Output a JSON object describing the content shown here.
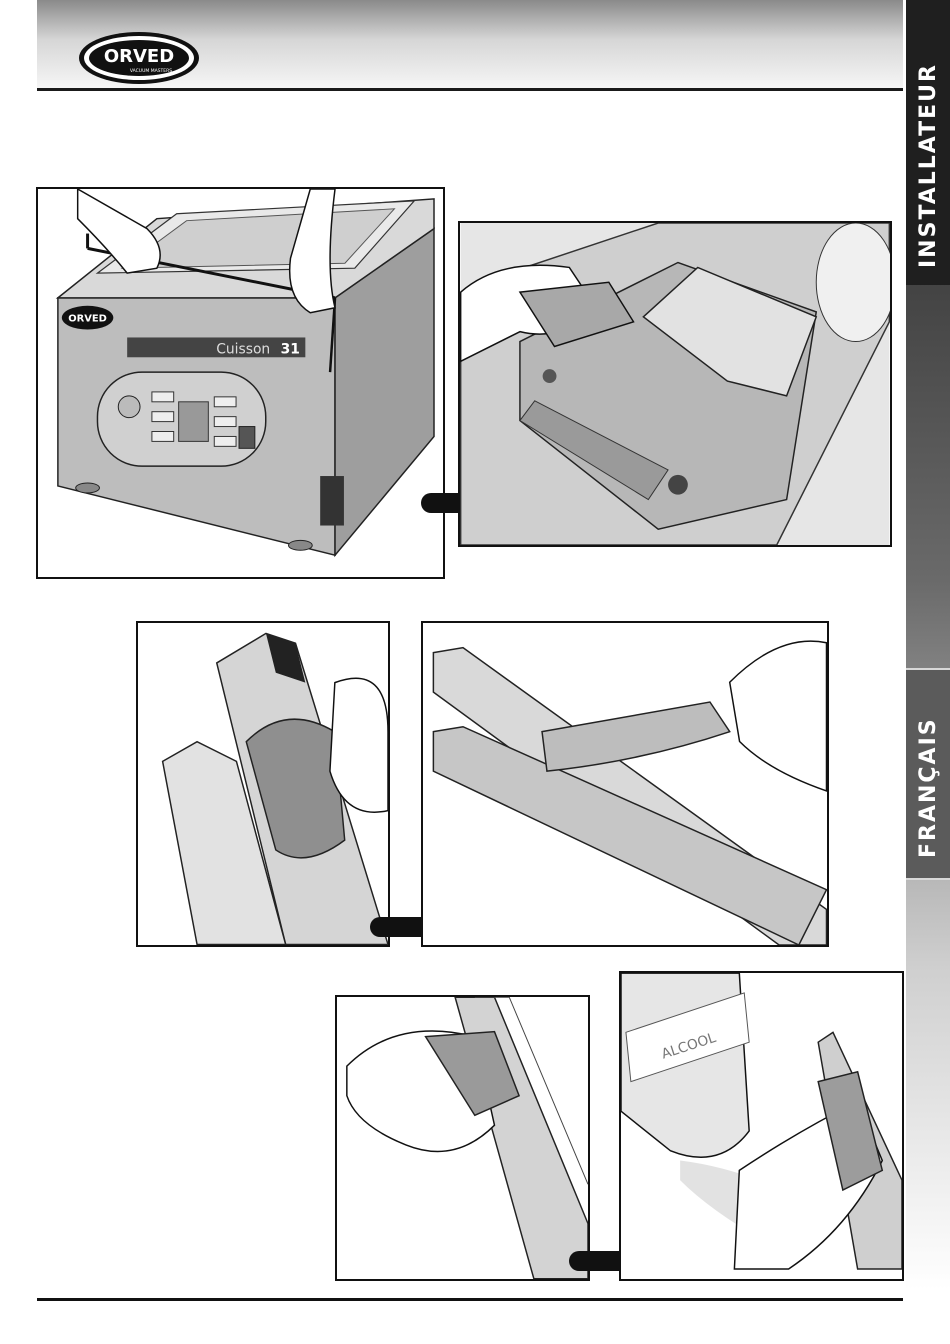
{
  "header": {
    "logo": {
      "brand": "ORVED",
      "tagline": "VACUUM MASTERS"
    }
  },
  "side_tabs": {
    "upper_label": "INSTALLATEUR",
    "lower_label": "FRANÇAIS"
  },
  "figures": {
    "machine": {
      "badge": "ORVED",
      "model_name": "Cuisson",
      "model_number": "31"
    },
    "bottle": {
      "label": "ALCOOL"
    }
  },
  "colors": {
    "header_dark": "#8a8a8a",
    "tab_dark": "#1f1f1f",
    "tab_mid": "#5b5b5b",
    "ink": "#111111"
  }
}
